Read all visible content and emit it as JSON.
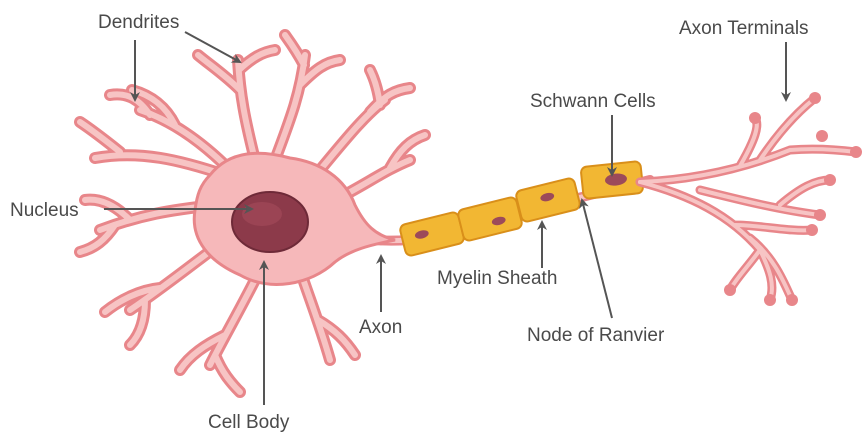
{
  "labels": {
    "dendrites": "Dendrites",
    "axon_terminals": "Axon Terminals",
    "schwann_cells": "Schwann Cells",
    "nucleus": "Nucleus",
    "myelin_sheath": "Myelin Sheath",
    "axon": "Axon",
    "node_of_ranvier": "Node of Ranvier",
    "cell_body": "Cell Body"
  },
  "colors": {
    "cell_body": "#f6b8ba",
    "cell_outline": "#e8868a",
    "nucleus": "#8c3a4a",
    "myelin": "#f2b733",
    "myelin_dark": "#d98f1a",
    "schwann_nucleus": "#9c4a5a",
    "label_text": "#4a4a4a"
  }
}
